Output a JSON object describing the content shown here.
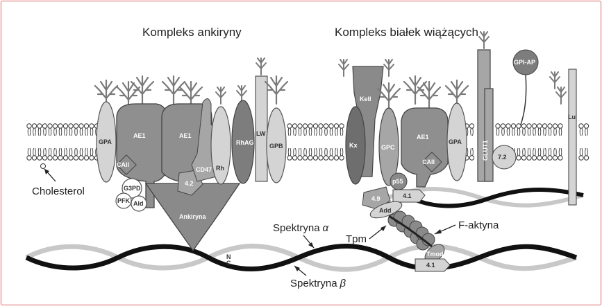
{
  "titles": {
    "ankyrin": "Kompleks ankiryny",
    "junction": "Kompleks białek wiążących"
  },
  "proteins": {
    "gpa_left": "GPA",
    "ae1_a": "AE1",
    "ae1_b": "AE1",
    "caii_left": "CAII",
    "g3pd": "G3PD",
    "pfk": "PFK",
    "ald": "Ald",
    "p42": "4.2",
    "cd47": "CD47",
    "rh": "Rh",
    "rhag": "RhAG",
    "lw": "LW",
    "gpb": "GPB",
    "ankyrin": "Ankiryna",
    "kx": "Kx",
    "kell": "Kell",
    "gpc": "GPC",
    "p55": "p55",
    "p49": "4.9",
    "p41_top": "4.1",
    "add": "Add",
    "ae1_c": "AE1",
    "caii_right": "CAII",
    "gpa_right": "GPA",
    "glut1": "GLUT1",
    "p72": "7.2",
    "gpi_ap": "GPI-AP",
    "lu": "Lu",
    "tmod": "Tmod",
    "p41_bottom": "4.1",
    "n_end": "N",
    "c_end": "C"
  },
  "external_labels": {
    "cholesterol": "Cholesterol",
    "spectrin_alpha_prefix": "Spektryna",
    "spectrin_alpha_symbol": "α",
    "spectrin_beta_prefix": "Spektryna",
    "spectrin_beta_symbol": "β",
    "f_actin": "F-aktyna",
    "tpm": "Tpm"
  },
  "colors": {
    "frame": "#e8a0a0",
    "protein_dark": "#7d7d7d",
    "protein_medium": "#a6a6a6",
    "protein_light": "#d4d4d4",
    "spectrin_beta": "#111111",
    "spectrin_alpha": "#c8c8c8"
  }
}
